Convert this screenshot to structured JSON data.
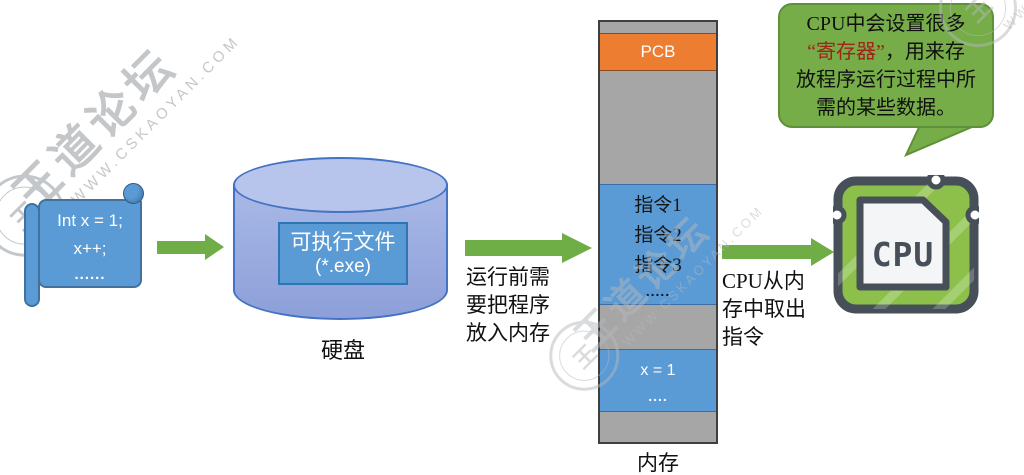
{
  "watermark": {
    "brand": "王道论坛",
    "site": "WWW.CSKAOYAN.COM",
    "site_short": "WWW",
    "stamp_char": "王",
    "color": "#9fa5ab"
  },
  "scroll": {
    "line1": "Int x = 1;",
    "line2": "x++;",
    "line3": "......"
  },
  "disk": {
    "file_line1": "可执行文件",
    "file_line2": "(*.exe)",
    "caption": "硬盘"
  },
  "arrow2_caption": {
    "line1": "运行前需",
    "line2": "要把程序",
    "line3": "放入内存"
  },
  "memory": {
    "pcb": "PCB",
    "ins1": "指令1",
    "ins2": "指令2",
    "ins3": "指令3",
    "ins_more": ".....",
    "data1": "x = 1",
    "data2": "....",
    "caption": "内存"
  },
  "arrow3_caption": {
    "line1": "CPU从内",
    "line2": "存中取出",
    "line3": "指令"
  },
  "cpu": {
    "label": "CPU"
  },
  "bubble": {
    "line1": "CPU中会设置很多",
    "line2_highlight": "“寄存器”",
    "line2_rest": "，用来存",
    "line3": "放程序运行过程中所",
    "line4": "需的某些数据。"
  },
  "colors": {
    "arrow_green": "#6fad47",
    "bubble_green": "#77ad48",
    "bubble_border": "#5d9038",
    "memory_gray": "#a6a6a6",
    "section_blue": "#5b9bd5",
    "pcb_orange": "#ed7d31",
    "cylinder_fill": "#9badе0",
    "cylinder_border": "#4472c4",
    "scroll_blue": "#5b9bd5",
    "cpu_green": "#8dc04b",
    "cpu_dark": "#474f59",
    "highlight_red": "#9c2418"
  }
}
